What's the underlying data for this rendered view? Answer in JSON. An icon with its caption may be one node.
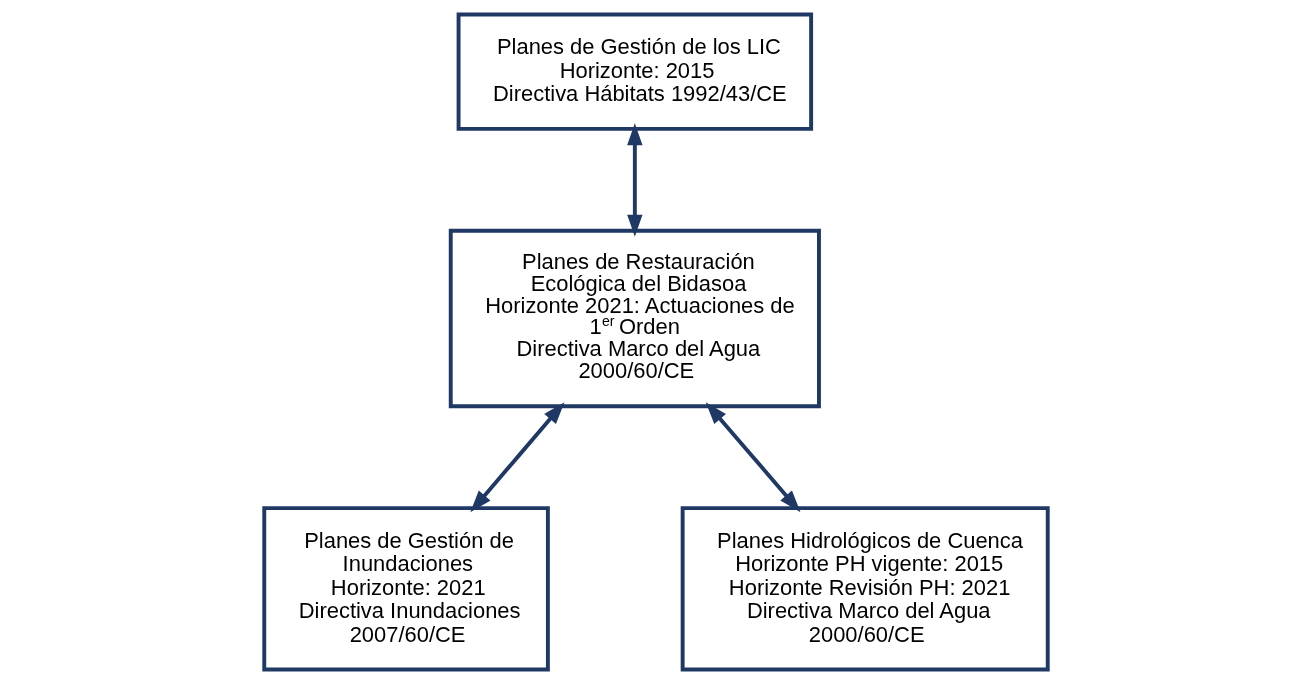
{
  "diagram": {
    "nodes": [
      {
        "text": [
          "Planes de Gestión de los LIC",
          "Horizonte: 2015",
          "Directiva Hábitats 1992/43/CE"
        ]
      },
      {
        "text": [
          "Planes de Restauración Ecológica del Bidasoa",
          "Horizonte 2021: Actuaciones de 1$^{er}$ Orden",
          "Directiva Marco del Agua 2000/60/CE"
        ]
      },
      {
        "text": [
          "Planes de Gestión de Inundaciones",
          "Horizonte: 2021",
          "Directiva Inundaciones 2007/60/CE"
        ]
      },
      {
        "text": [
          "Planes Hidrológicos de Cuenca",
          "Horizonte PH vigente: 2015",
          "Horizonte Revisión PH: 2021",
          "Directiva Marco del Agua 2000/60/CE"
        ]
      }
    ],
    "edges": [
      {
        "from": 0,
        "to": 1,
        "arrow": "both"
      },
      {
        "from": 1,
        "to": 2,
        "arrow": "both"
      },
      {
        "from": 1,
        "to": 3,
        "arrow": "both"
      }
    ]
  }
}
